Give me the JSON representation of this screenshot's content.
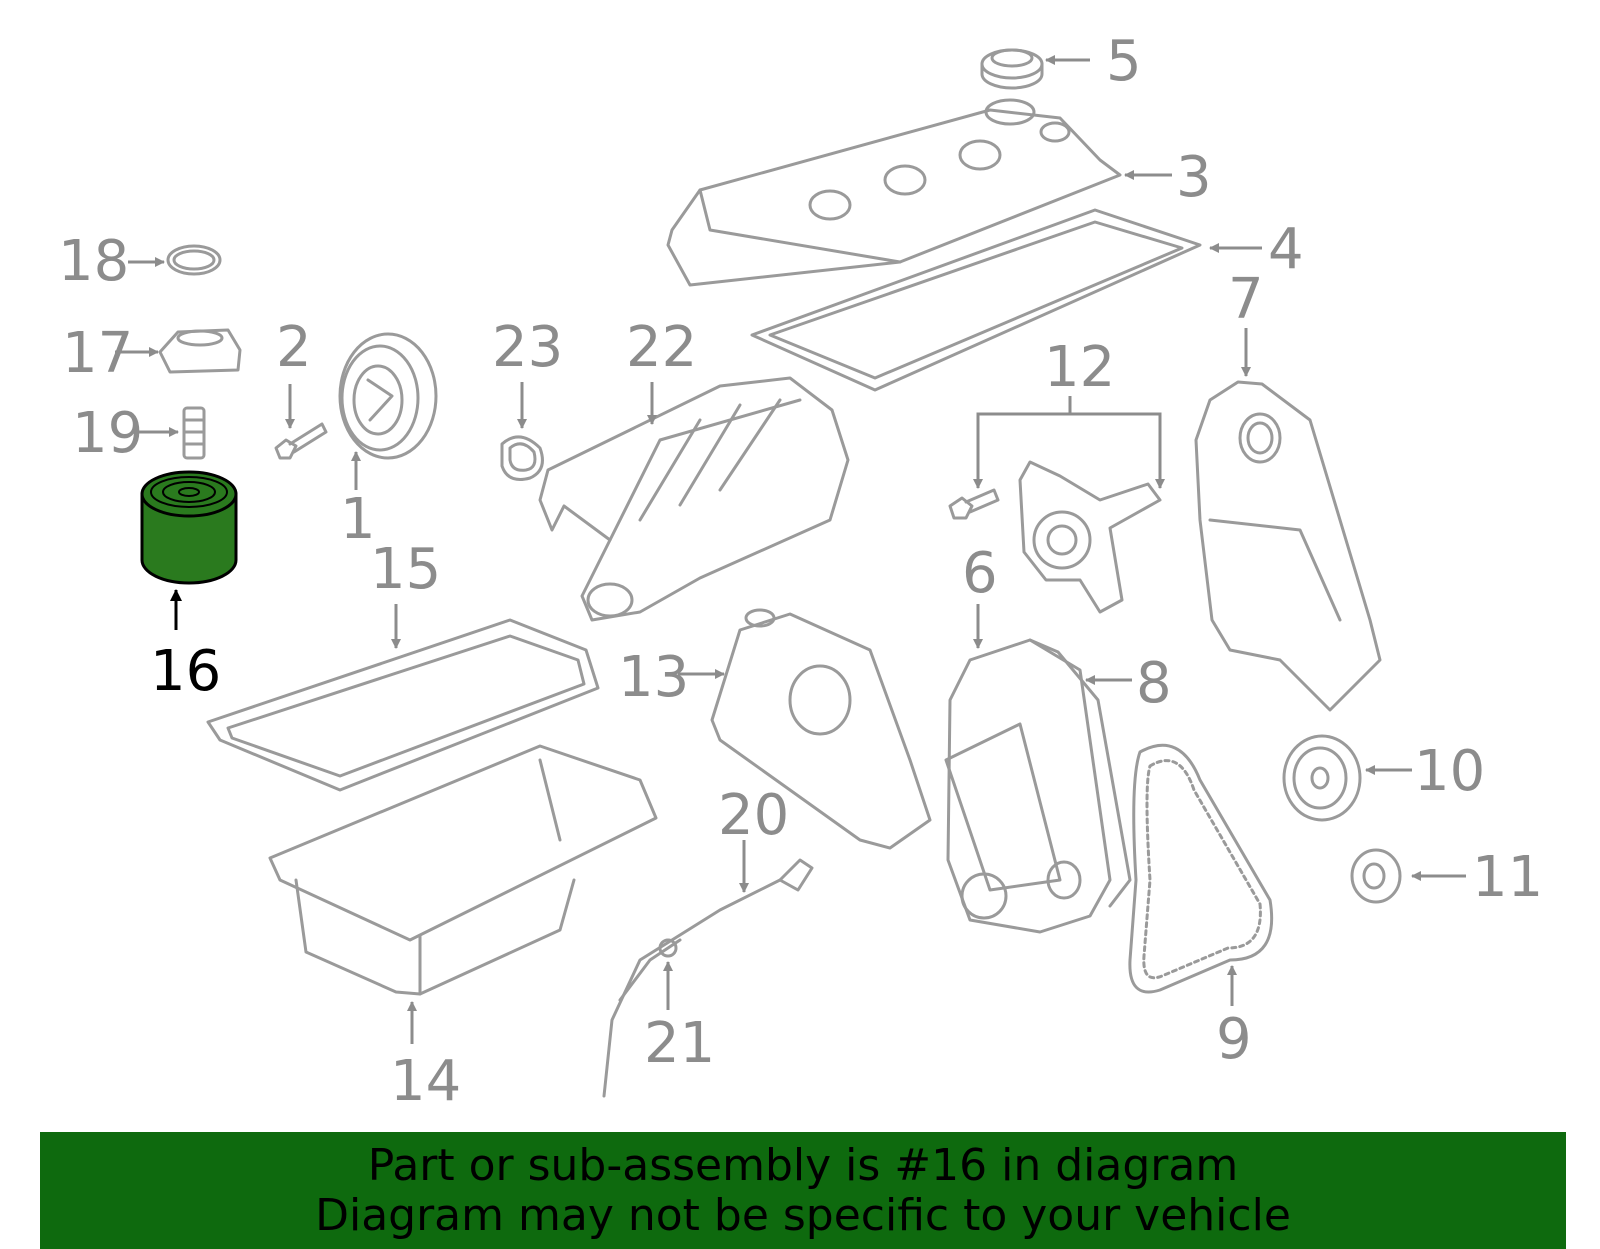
{
  "labels": {
    "l1": "1",
    "l2": "2",
    "l3": "3",
    "l4": "4",
    "l5": "5",
    "l6": "6",
    "l7": "7",
    "l8": "8",
    "l9": "9",
    "l10": "10",
    "l11": "11",
    "l12": "12",
    "l13": "13",
    "l14": "14",
    "l15": "15",
    "l16": "16",
    "l17": "17",
    "l18": "18",
    "l19": "19",
    "l20": "20",
    "l21": "21",
    "l22": "22",
    "l23": "23"
  },
  "highlight": {
    "part": "16",
    "color": "#2a7a1e"
  },
  "banner": {
    "line1": "Part or sub-assembly is #16 in diagram",
    "line2": "Diagram may not be specific to your vehicle",
    "background": "#0e6a0e"
  }
}
